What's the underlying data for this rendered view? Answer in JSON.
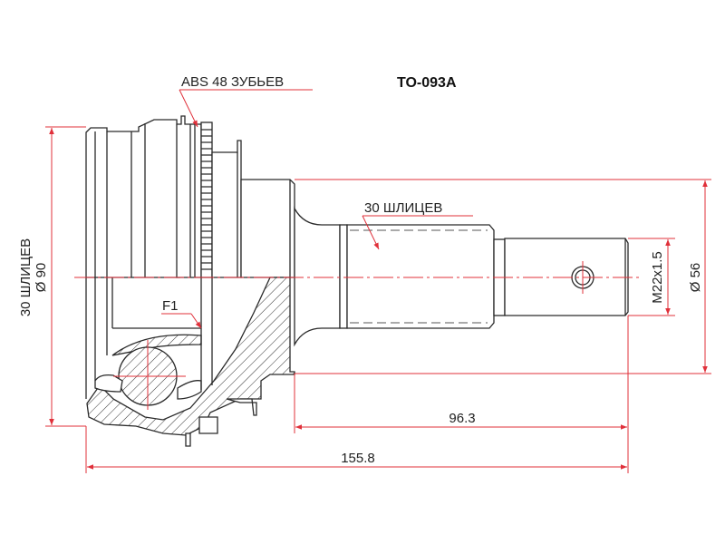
{
  "title": "TO-093A",
  "labels": {
    "abs": "ABS 48 ЗУБЬЕВ",
    "outer_splines": "30 ШЛИЦЕВ",
    "f1": "F1",
    "inner_splines": "30 ШЛИЦЕВ",
    "inner_diameter": "Ø 90",
    "thread": "M22x1.5",
    "shaft_diameter": "Ø 56",
    "length_shaft": "96.3",
    "length_total": "155.8"
  },
  "colors": {
    "dimension": "#e0303a",
    "outline": "#2a2a2a"
  }
}
